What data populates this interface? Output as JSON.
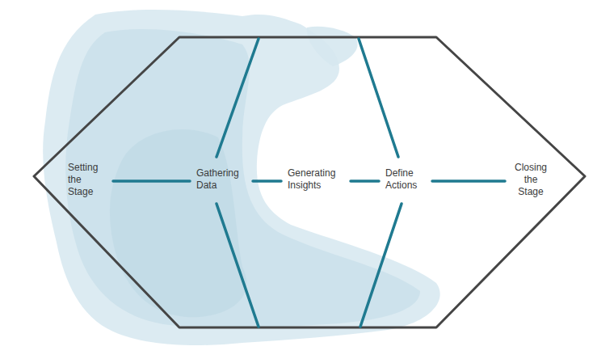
{
  "diagram": {
    "nodes": [
      {
        "text": [
          "Setting the Stage"
        ]
      },
      {
        "text": [
          "Gathering Data"
        ]
      },
      {
        "text": [
          "Generating Insights"
        ]
      },
      {
        "text": [
          "Define Actions"
        ]
      },
      {
        "text": [
          "Closing the Stage"
        ]
      }
    ],
    "edges": [
      {
        "from": 0,
        "to": 1,
        "arrow": "none"
      },
      {
        "from": 1,
        "to": 2,
        "arrow": "none"
      },
      {
        "from": 2,
        "to": 3,
        "arrow": "none"
      },
      {
        "from": 3,
        "to": 4,
        "arrow": "none"
      }
    ]
  }
}
